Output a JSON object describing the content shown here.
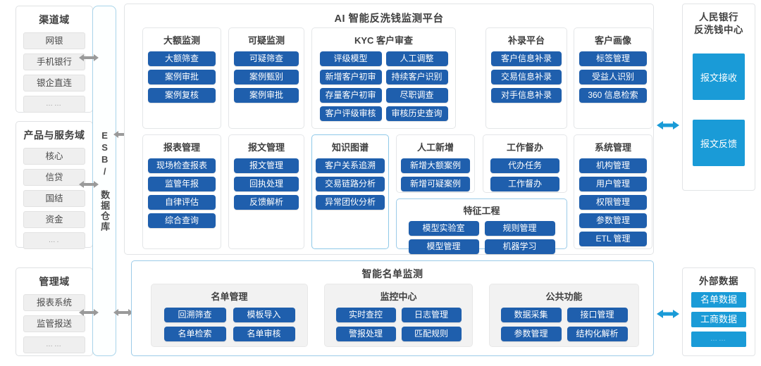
{
  "platform": {
    "title": "AI 智能反洗钱监测平台",
    "modules": [
      {
        "key": "large_amount",
        "title": "大额监测",
        "items": [
          "大额筛查",
          "案例审批",
          "案例复核"
        ]
      },
      {
        "key": "suspicious",
        "title": "可疑监测",
        "items": [
          "可疑筛查",
          "案例甄别",
          "案例审批"
        ]
      },
      {
        "key": "kyc",
        "title": "KYC 客户审查",
        "items": [
          "评级模型",
          "人工调整",
          "新增客户初审",
          "持续客户识别",
          "存量客户初审",
          "尽职调查",
          "客户评级审核",
          "审核历史查询"
        ]
      },
      {
        "key": "supplement",
        "title": "补录平台",
        "items": [
          "客户信息补录",
          "交易信息补录",
          "对手信息补录"
        ]
      },
      {
        "key": "portrait",
        "title": "客户画像",
        "items": [
          "标签管理",
          "受益人识别",
          "360 信息检索"
        ]
      },
      {
        "key": "report_mgmt",
        "title": "报表管理",
        "items": [
          "现场检查报表",
          "监管年报",
          "自律评估",
          "综合查询"
        ]
      },
      {
        "key": "message_mgmt",
        "title": "报文管理",
        "items": [
          "报文管理",
          "回执处理",
          "反馈解析"
        ]
      },
      {
        "key": "knowledge",
        "title": "知识图谱",
        "items": [
          "客户关系追溯",
          "交易链路分析",
          "异常团伙分析"
        ]
      },
      {
        "key": "manual_add",
        "title": "人工新增",
        "items": [
          "新增大额案例",
          "新增可疑案例"
        ]
      },
      {
        "key": "work_super",
        "title": "工作督办",
        "items": [
          "代办任务",
          "工作督办"
        ]
      },
      {
        "key": "sys_mgmt",
        "title": "系统管理",
        "items": [
          "机构管理",
          "用户管理",
          "权限管理",
          "参数管理",
          "ETL 管理"
        ]
      }
    ],
    "feature_engineering": {
      "title": "特征工程",
      "items": [
        "模型实验室",
        "规则管理",
        "模型管理",
        "机器学习"
      ]
    }
  },
  "list_monitor": {
    "title": "智能名单监测",
    "groups": [
      {
        "key": "list_mgmt",
        "title": "名单管理",
        "items": [
          "回溯筛查",
          "模板导入",
          "名单检索",
          "名单审核"
        ]
      },
      {
        "key": "monitor_ctr",
        "title": "监控中心",
        "items": [
          "实时查控",
          "日志管理",
          "警报处理",
          "匹配规则"
        ]
      },
      {
        "key": "common_func",
        "title": "公共功能",
        "items": [
          "数据采集",
          "接口管理",
          "参数管理",
          "结构化解析"
        ]
      }
    ]
  },
  "esb": {
    "label": "ESB/ 数据仓库"
  },
  "left_domains": [
    {
      "key": "channel",
      "title": "渠道域",
      "items": [
        "网银",
        "手机银行",
        "银企直连",
        "……"
      ]
    },
    {
      "key": "product",
      "title": "产品与服务域",
      "items": [
        "核心",
        "信贷",
        "国结",
        "资金",
        "…."
      ]
    },
    {
      "key": "manage",
      "title": "管理域",
      "items": [
        "报表系统",
        "监管报送",
        "……"
      ]
    }
  ],
  "right_panels": [
    {
      "key": "pboc",
      "title": "人民银行\n反洗钱中心",
      "title_line1": "人民银行",
      "title_line2": "反洗钱中心",
      "items": [
        "报文接收",
        "报文反馈"
      ]
    },
    {
      "key": "external",
      "title": "外部数据",
      "items": [
        "名单数据",
        "工商数据",
        "……"
      ]
    }
  ],
  "colors": {
    "button_blue": "#1f5fad",
    "cyan": "#1a9bd7",
    "arrow_gray": "#9a9a9a",
    "arrow_blue": "#1a9bd7",
    "panel_border": "#e2e4e6",
    "highlight_border": "#9ccbe8",
    "chip_bg": "#efefef"
  },
  "icons": {
    "arrow_double_gray": "double-arrow-gray-icon",
    "arrow_double_blue": "double-arrow-blue-icon",
    "arrow_right_blue": "arrow-right-blue-icon"
  }
}
